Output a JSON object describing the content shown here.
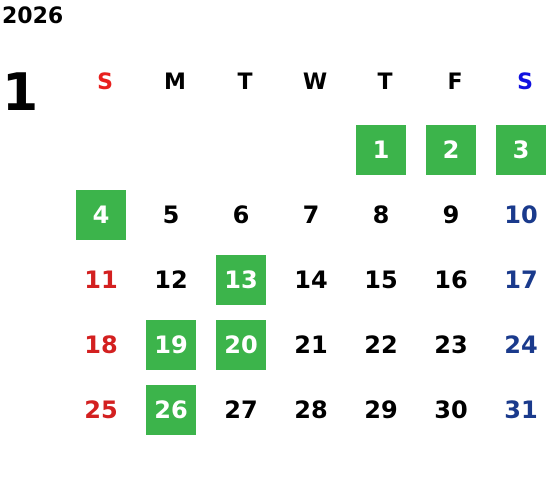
{
  "calendar": {
    "year": "2026",
    "month": "1",
    "weekdays": [
      "S",
      "M",
      "T",
      "W",
      "T",
      "F",
      "S"
    ],
    "weeks": [
      [
        null,
        null,
        null,
        null,
        {
          "d": "1",
          "h": true
        },
        {
          "d": "2",
          "h": true
        },
        {
          "d": "3",
          "h": true
        }
      ],
      [
        {
          "d": "4",
          "h": true
        },
        {
          "d": "5"
        },
        {
          "d": "6"
        },
        {
          "d": "7"
        },
        {
          "d": "8"
        },
        {
          "d": "9"
        },
        {
          "d": "10"
        }
      ],
      [
        {
          "d": "11"
        },
        {
          "d": "12"
        },
        {
          "d": "13",
          "h": true
        },
        {
          "d": "14"
        },
        {
          "d": "15"
        },
        {
          "d": "16"
        },
        {
          "d": "17"
        }
      ],
      [
        {
          "d": "18"
        },
        {
          "d": "19",
          "h": true
        },
        {
          "d": "20",
          "h": true
        },
        {
          "d": "21"
        },
        {
          "d": "22"
        },
        {
          "d": "23"
        },
        {
          "d": "24"
        }
      ],
      [
        {
          "d": "25"
        },
        {
          "d": "26",
          "h": true
        },
        {
          "d": "27"
        },
        {
          "d": "28"
        },
        {
          "d": "29"
        },
        {
          "d": "30"
        },
        {
          "d": "31"
        }
      ]
    ]
  },
  "colors": {
    "sunday": "#d32020",
    "saturday": "#1a3a8c",
    "holiday_bg": "#3cb44b",
    "holiday_text": "#ffffff",
    "weekday_text": "#000000"
  }
}
